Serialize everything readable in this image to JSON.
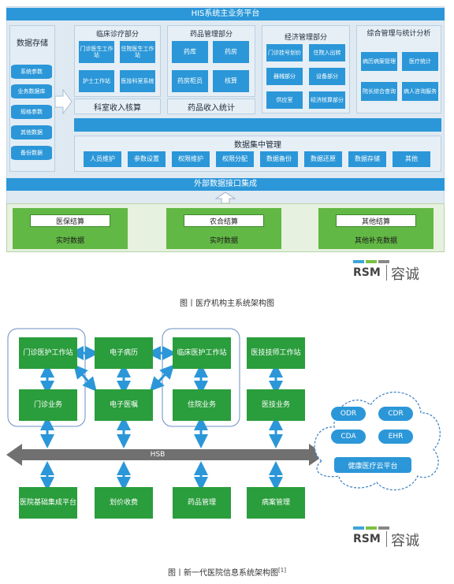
{
  "fig1": {
    "top_bar": "HIS系统主业务平台",
    "storage": {
      "title": "数据存储",
      "items": [
        "系统参数",
        "业务数据库",
        "规格参数",
        "其他数据",
        "备份数据"
      ]
    },
    "clinical": {
      "title": "临床诊疗部分",
      "items": [
        "门诊医生工作站",
        "住院医生工作站",
        "护士工作站",
        "医技科室系统"
      ]
    },
    "pharmacy": {
      "title": "药品管理部分",
      "items": [
        "药库",
        "药房",
        "药房柜员",
        "核算"
      ]
    },
    "economic": {
      "title": "经济管理部分",
      "items": [
        "门诊挂号划价",
        "住院入出转",
        "器械部分",
        "设备部分",
        "供应室",
        "经济核算部分"
      ]
    },
    "integrated": {
      "title": "综合管理与统计分析",
      "items": [
        "病历病案管理",
        "医疗统计",
        "院长综合查询",
        "病人咨询服务"
      ]
    },
    "dept_income": "科室收入核算",
    "drug_income": "药品收入统计",
    "central": {
      "title": "数据集中管理",
      "items": [
        "人员维护",
        "参数设置",
        "权限维护",
        "权限分配",
        "数据备份",
        "数据还原",
        "数据存储",
        "其他"
      ]
    },
    "external": "外部数据接口集成",
    "settlements": [
      {
        "label": "医保结算",
        "sub": "实时数据"
      },
      {
        "label": "农合结算",
        "sub": "实时数据"
      },
      {
        "label": "其他结算",
        "sub": "其他补充数据"
      }
    ],
    "caption": "图丨医疗机构主系统架构图"
  },
  "fig2": {
    "nodes": {
      "opd_station": "门诊医护工作站",
      "emr": "电子病历",
      "ipd_station": "临床医护工作站",
      "tech_station": "医技技师工作站",
      "opd_business": "门诊业务",
      "orders": "电子医嘱",
      "ipd_business": "住院业务",
      "tech_business": "医技业务"
    },
    "hsb": "HSB",
    "bottom": [
      "医院基础集成平台",
      "划价收费",
      "药品管理",
      "病案管理"
    ],
    "cloud": {
      "items": [
        "ODR",
        "CDR",
        "CDA",
        "EHR"
      ],
      "label": "健康医疗云平台"
    },
    "caption": "图丨新一代医院信息系统架构图",
    "caption_ref": "[1]"
  },
  "logo": {
    "mark": "RSM",
    "name": "容诚"
  },
  "colors": {
    "blue": "#2b97d8",
    "green": "#2a9d3c",
    "light_green": "#62b845",
    "gray": "#707070"
  }
}
